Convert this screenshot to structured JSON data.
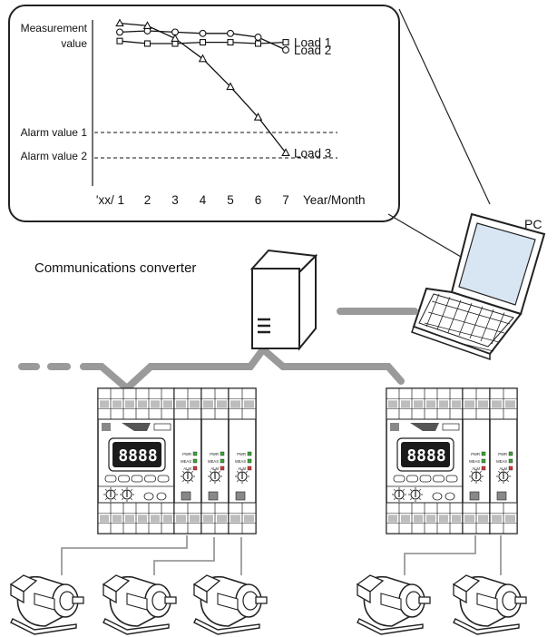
{
  "chart": {
    "y_axis_title_line1": "Measurement",
    "y_axis_title_line2": "value",
    "alarm1_label": "Alarm value 1",
    "alarm2_label": "Alarm value 2",
    "x_start_label": "'xx/ 1",
    "x_unit_label": "Year/Month",
    "series_names": [
      "Load 1",
      "Load 2",
      "Load 3"
    ],
    "alarm_values": [
      55,
      45
    ]
  },
  "chart_data": {
    "type": "line",
    "x": [
      1,
      2,
      3,
      4,
      5,
      6,
      7
    ],
    "categories": [
      "'xx/ 1",
      "2",
      "3",
      "4",
      "5",
      "6",
      "7"
    ],
    "xlabel": "Year/Month",
    "ylabel": "Measurement value",
    "ylim": [
      40,
      100
    ],
    "series": [
      {
        "name": "Load 1",
        "marker": "square",
        "values": [
          91,
          90,
          90,
          90.5,
          90.5,
          90,
          90.5
        ]
      },
      {
        "name": "Load 2",
        "marker": "circle",
        "values": [
          94.5,
          95,
          94.5,
          94,
          94,
          92.5,
          87.5
        ]
      },
      {
        "name": "Load 3",
        "marker": "triangle",
        "values": [
          98,
          97,
          92,
          84,
          73,
          61,
          47
        ]
      }
    ],
    "reference_lines": [
      {
        "label": "Alarm value 1",
        "value": 55
      },
      {
        "label": "Alarm value 2",
        "value": 45
      }
    ],
    "grid": false,
    "legend": "inline-right"
  },
  "pc_label": "PC",
  "converter_label": "Communications converter",
  "device_display": "8888",
  "status_labels": [
    "PWR",
    "MEAS",
    "ALM"
  ],
  "colors": {
    "cable": "#9a9a9a",
    "outline": "#222222",
    "screen": "#cfe0f0",
    "led_green": "#3aa835",
    "led_red": "#d23a3a",
    "display_bg": "#1b1b1b"
  },
  "icons": [
    "laptop-icon",
    "converter-icon",
    "signal-conditioner-icon",
    "motor-icon",
    "potentiometer-icon"
  ]
}
